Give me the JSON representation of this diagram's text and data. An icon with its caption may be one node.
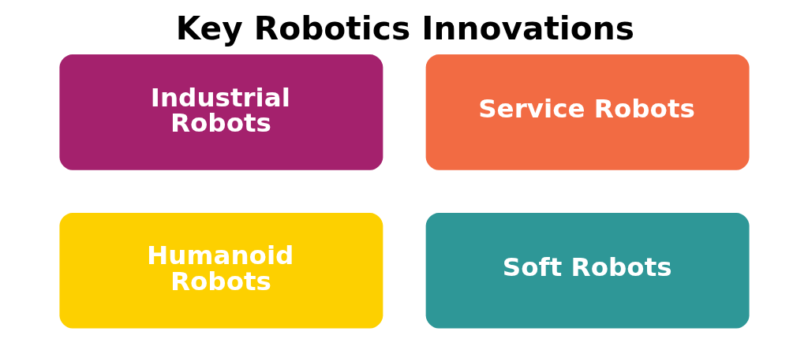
{
  "diagram": {
    "title": "Key Robotics Innovations",
    "nodes": [
      {
        "text": [
          "Industrial Robots"
        ]
      },
      {
        "text": [
          "Service Robots"
        ]
      },
      {
        "text": [
          "Humanoid Robots"
        ]
      },
      {
        "text": [
          "Soft Robots"
        ]
      }
    ]
  }
}
